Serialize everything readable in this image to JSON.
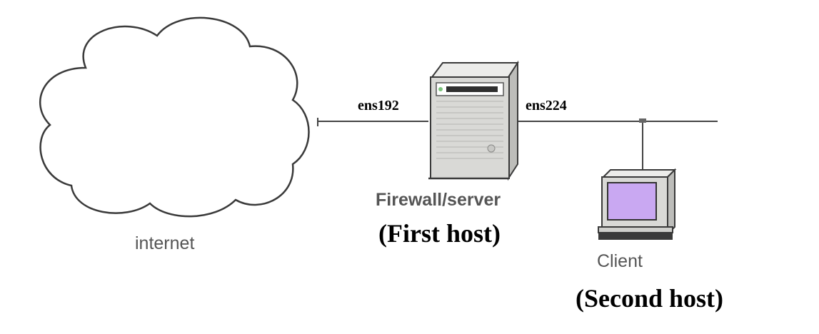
{
  "diagram": {
    "cloud": {
      "label": "internet"
    },
    "firewall": {
      "name": "Firewall/server",
      "role": "(First host)",
      "left_interface": "ens192",
      "right_interface": "ens224"
    },
    "client": {
      "name": "Client",
      "role": "(Second host)"
    }
  },
  "colors": {
    "line": "#444444",
    "outline": "#3a3a3a",
    "server_body": "#d9d9d6",
    "screen": "#c9a8f2"
  }
}
